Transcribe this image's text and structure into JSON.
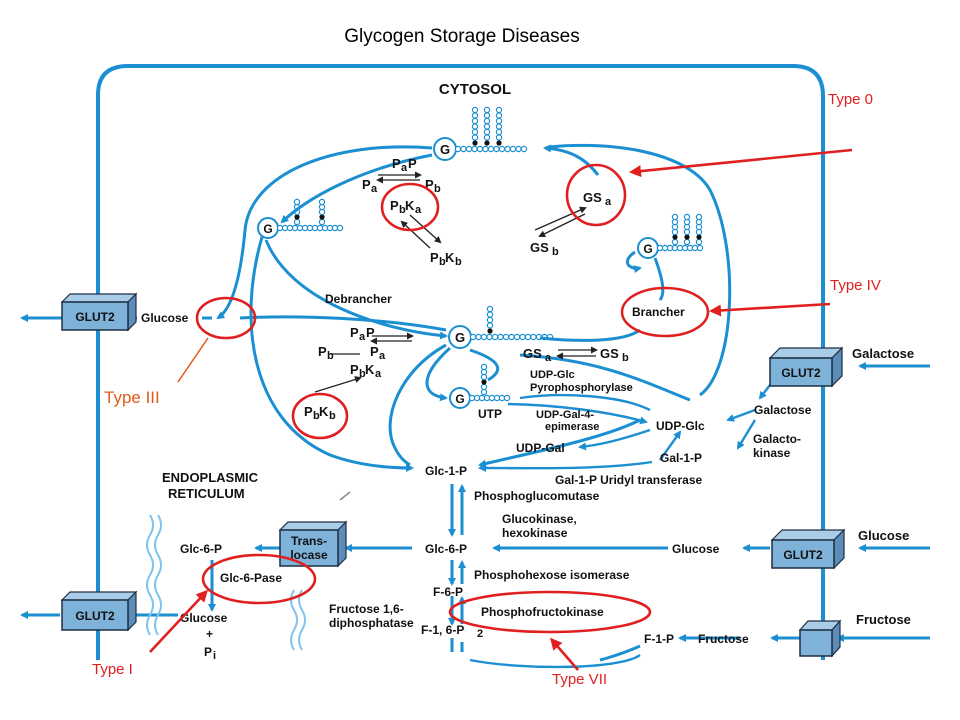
{
  "title": "Glycogen Storage Diseases",
  "annotations": {
    "type0": "Type 0",
    "type4": "Type IV",
    "type3": "Type III",
    "type1": "Type I",
    "type7": "Type VII"
  },
  "compartments": {
    "cytosol": "CYTOSOL",
    "er_line1": "ENDOPLASMIC",
    "er_line2": "RETICULUM"
  },
  "transporters": {
    "glut2": "GLUT2",
    "translocase_line1": "Trans-",
    "translocase_line2": "locase"
  },
  "glycogen": {
    "g": "G"
  },
  "labels": {
    "glucose": "Glucose",
    "galactose": "Galactose",
    "fructose": "Fructose",
    "debrancher": "Debrancher",
    "brancher": "Brancher",
    "psp_top": "P",
    "pa": "P",
    "pb": "P",
    "gsa": "GS",
    "gsb": "GS",
    "udpglc_pyro_1": "UDP-Glc",
    "udpglc_pyro_2": "Pyrophosphorylase",
    "udpgal_epi_1": "UDP-Gal-4-",
    "udpgal_epi_2": "epimerase",
    "utp": "UTP",
    "udpglc": "UDP-Glc",
    "udpgal": "UDP-Gal",
    "gal1p": "Gal-1-P",
    "galactokinase_1": "Galacto-",
    "galactokinase_2": "kinase",
    "gal1p_transferase": "Gal-1-P Uridyl transferase",
    "glc1p": "Glc-1-P",
    "phosphoglucomutase": "Phosphoglucomutase",
    "glucokinase_1": "Glucokinase,",
    "glucokinase_2": "hexokinase",
    "glc6p": "Glc-6-P",
    "glc6p_er": "Glc-6-P",
    "glc6pase": "Glc-6-Pase",
    "glucose_er": "Glucose",
    "plus": "+",
    "pi": "P",
    "pi_sub": "i",
    "phi": "Phosphohexose isomerase",
    "f6p": "F-6-P",
    "fbpase_1": "Fructose 1,6-",
    "fbpase_2": "diphosphatase",
    "f16p2": "F-1, 6-P",
    "f16p2_sub": "2",
    "pfk": "Phosphofructokinase",
    "f1p": "F-1-P"
  },
  "subscripts": {
    "a": "a",
    "b": "b",
    "k": "K"
  },
  "colors": {
    "pathway": "#1b8fd1",
    "highlight": "#e02020",
    "annotation_type3": "#e05a1a"
  }
}
